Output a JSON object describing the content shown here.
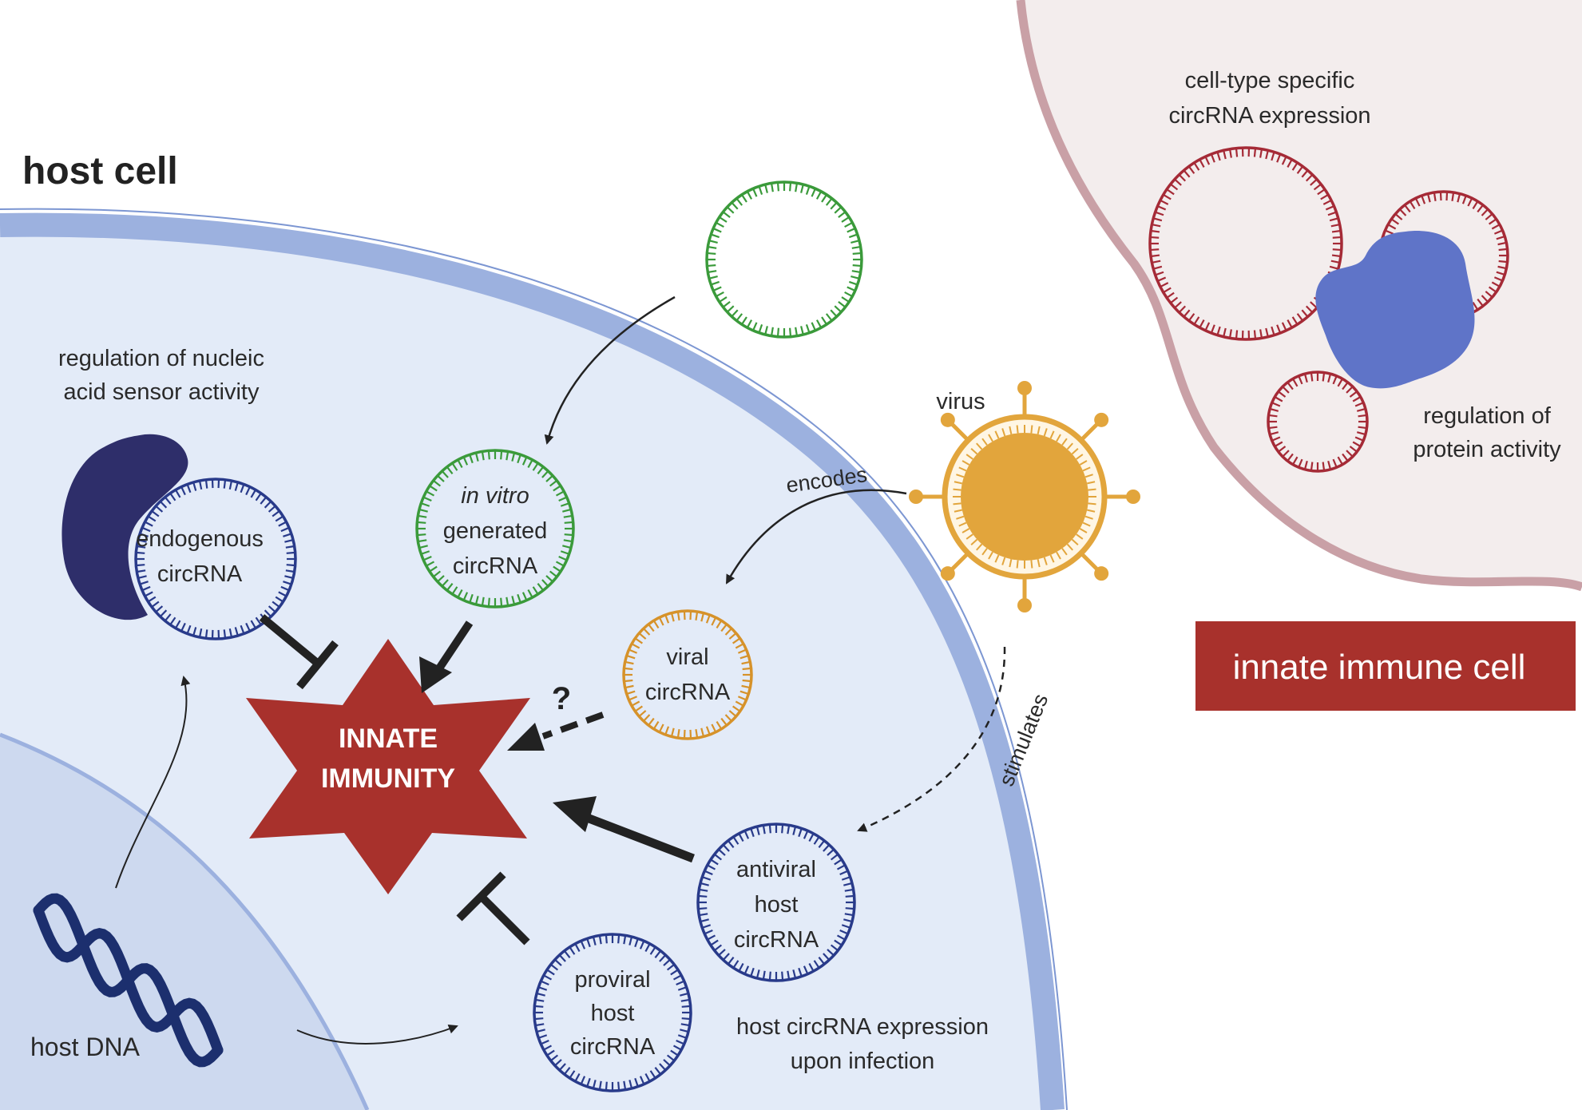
{
  "title": "host cell",
  "colors": {
    "cytoplasm": "#e3ebf8",
    "membrane": "#9cb1df",
    "membrane_edge": "#7c96d2",
    "nucleus": "#cdd9ef",
    "immune_cell_fill": "#f3eded",
    "immune_cell_membrane": "#c9a0a6",
    "innate_star": "#a8312c",
    "banner": "#a8312c",
    "green_circ": "#3a9a3a",
    "blue_circ": "#283a8a",
    "orange_circ": "#d6922a",
    "red_circ": "#a52a36",
    "virus": "#e2a53c",
    "protein_dark": "#2e2e6a",
    "protein_blue": "#5f74c8",
    "dna": "#1c2f6e"
  },
  "labels": {
    "sensor_regulation": [
      "regulation of nucleic",
      "acid sensor activity"
    ],
    "endogenous": [
      "endogenous",
      "circRNA"
    ],
    "in_vitro_italic": "in vitro",
    "in_vitro_rest": [
      "generated",
      "circRNA"
    ],
    "innate_immunity": [
      "INNATE",
      "IMMUNITY"
    ],
    "viral": [
      "viral",
      "circRNA"
    ],
    "virus": "virus",
    "encodes": "encodes",
    "stimulates": "stimulates",
    "question": "?",
    "antiviral": [
      "antiviral",
      "host",
      "circRNA"
    ],
    "proviral": [
      "proviral",
      "host",
      "circRNA"
    ],
    "host_expression": [
      "host circRNA expression",
      "upon infection"
    ],
    "host_dna": "host DNA",
    "cell_type": [
      "cell-type specific",
      "circRNA expression"
    ],
    "protein_regulation": [
      "regulation of",
      "protein activity"
    ],
    "immune_cell_banner": "innate immune cell"
  },
  "icons": {
    "endogenous_sensor": "protein-sensor-icon",
    "virus": "virus-icon",
    "dna": "dna-helix-icon",
    "immune_protein": "protein-icon"
  }
}
